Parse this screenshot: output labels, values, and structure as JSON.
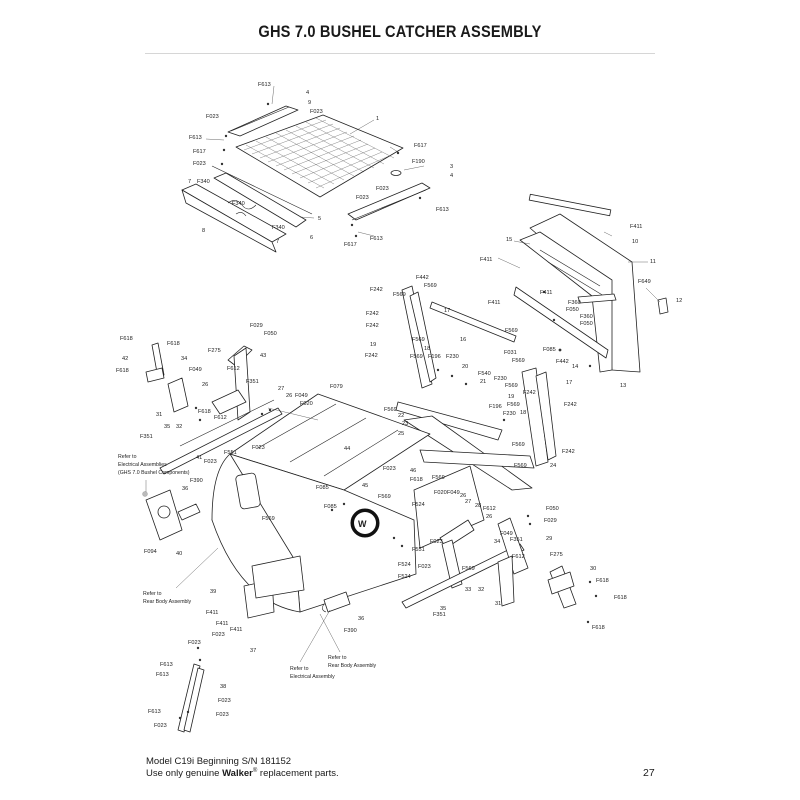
{
  "title": "GHS 7.0 BUSHEL CATCHER ASSEMBLY",
  "footer": {
    "model": "Model C19i Beginning S/N 181152",
    "note_prefix": "Use only genuine ",
    "brand": "Walker",
    "registered": "®",
    "note_suffix": " replacement parts.",
    "page_number": "27"
  },
  "notes": {
    "electrical_1": "Refer to",
    "electrical_2": "Electrical Assemblies",
    "electrical_3": "(GHS 7.0 Bushel Components)",
    "rear_body_1_a": "Refer to",
    "rear_body_1_b": "Rear Body Assembly",
    "rear_body_2_a": "Refer to",
    "rear_body_2_b": "Rear Body Assembly",
    "electrical_4_a": "Refer to",
    "electrical_4_b": "Electrical Assembly"
  },
  "callouts": {
    "c1": "F613",
    "c2": "4",
    "c3": "9",
    "c4": "F023",
    "c5": "1",
    "c6": "F023",
    "c7": "F613",
    "c8": "F617",
    "c9": "F023",
    "c10": "F617",
    "c11": "F190",
    "c12": "3",
    "c13": "4",
    "c14": "F023",
    "c15": "7",
    "c16": "F340",
    "c17": "F340",
    "c18": "5",
    "c19": "F023",
    "c20": "F613",
    "c21": "8",
    "c22": "6",
    "c23": "F340",
    "c24": "7",
    "c25": "F617",
    "c26": "F613",
    "c27": "F411",
    "c28": "10",
    "c29": "15",
    "c30": "11",
    "c31": "F411",
    "c32": "F649",
    "c33": "12",
    "c34": "F442",
    "c35": "F242",
    "c36": "F569",
    "c37": "F569",
    "c38": "F411",
    "c39": "F360",
    "c40": "F050",
    "c41": "F360",
    "c42": "F050",
    "c43": "17",
    "c44": "F411",
    "c45": "F242",
    "c46": "16",
    "c47": "F569",
    "c48": "F242",
    "c49": "19",
    "c50": "18",
    "c51": "F242",
    "c52": "F569",
    "c53": "F569",
    "c54": "F230",
    "c55": "F196",
    "c56": "F031",
    "c57": "F569",
    "c58": "F085",
    "c59": "F442",
    "c60": "14",
    "c61": "13",
    "c62": "F029",
    "c63": "F050",
    "c64": "F618",
    "c65": "F618",
    "c66": "F275",
    "c67": "42",
    "c68": "34",
    "c69": "43",
    "c70": "F618",
    "c71": "F049",
    "c72": "F612",
    "c73": "26",
    "c74": "F351",
    "c75": "27",
    "c76": "F079",
    "c77": "20",
    "c78": "F540",
    "c79": "21",
    "c80": "F230",
    "c81": "F569",
    "c82": "17",
    "c83": "F242",
    "c84": "19",
    "c85": "F569",
    "c86": "F196",
    "c87": "F242",
    "c88": "F230",
    "c89": "F569",
    "c90": "18",
    "c91": "22",
    "c92": "23",
    "c93": "25",
    "c94": "F569",
    "c95": "F242",
    "c96": "F569",
    "c97": "24",
    "c98": "31",
    "c99": "F618",
    "c100": "F612",
    "c101": "32",
    "c102": "35",
    "c103": "F351",
    "c104": "F551",
    "c105": "F023",
    "c106": "41",
    "c107": "F023",
    "c108": "44",
    "c109": "26",
    "c110": "F049",
    "c111": "F020",
    "c112": "F023",
    "c113": "46",
    "c114": "F618",
    "c115": "F390",
    "c116": "36",
    "c117": "F569",
    "c118": "F094",
    "c119": "40",
    "c120": "F085",
    "c121": "45",
    "c122": "F569",
    "c123": "F569",
    "c124": "F085",
    "c125": "F524",
    "c126": "F524",
    "c127": "F020",
    "c128": "F049",
    "c129": "26",
    "c130": "27",
    "c131": "28",
    "c132": "F612",
    "c133": "26",
    "c134": "F050",
    "c135": "F029",
    "c136": "F049",
    "c137": "F351",
    "c138": "29",
    "c139": "F023",
    "c140": "34",
    "c141": "F551",
    "c142": "F275",
    "c143": "F612",
    "c144": "F023",
    "c145": "F524",
    "c146": "F569",
    "c147": "30",
    "c148": "F618",
    "c149": "F618",
    "c150": "33",
    "c151": "32",
    "c152": "31",
    "c153": "F618",
    "c154": "39",
    "c155": "F411",
    "c156": "F411",
    "c157": "F411",
    "c158": "F023",
    "c159": "F023",
    "c160": "37",
    "c161": "F613",
    "c162": "F613",
    "c163": "38",
    "c164": "F023",
    "c165": "F613",
    "c166": "F023",
    "c167": "F023",
    "c168": "36",
    "c169": "F390",
    "c170": "35",
    "c171": "F351"
  }
}
